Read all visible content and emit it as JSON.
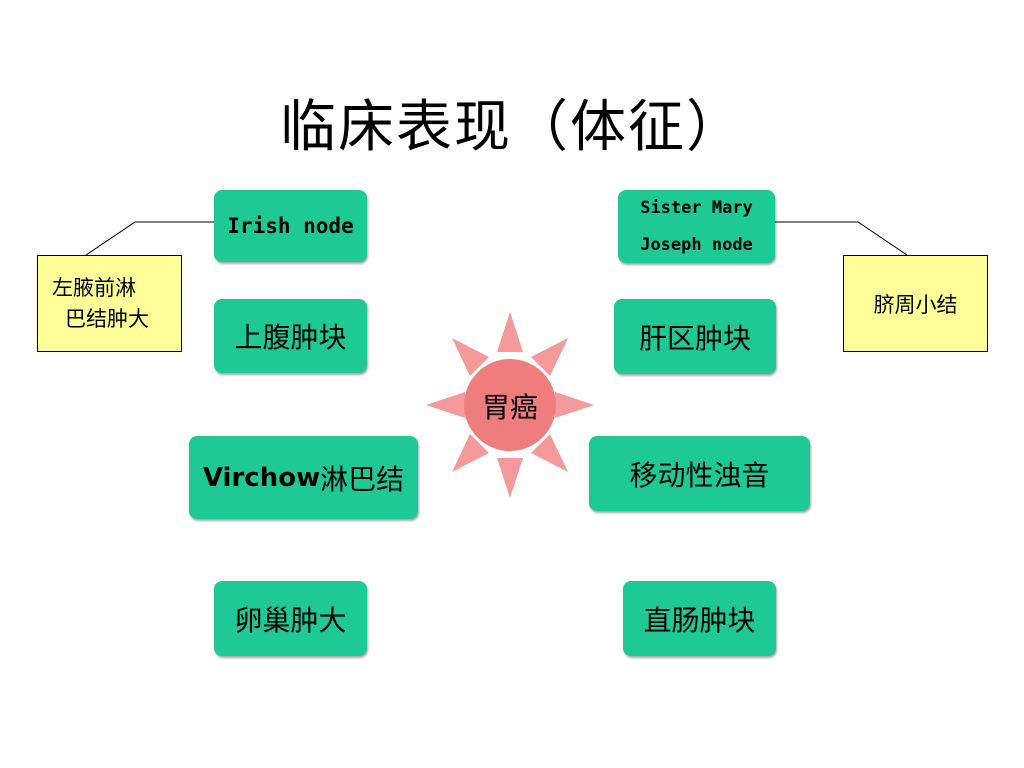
{
  "title": "临床表现（体征）",
  "center": {
    "label": "胃癌",
    "circle_color": "#f07d7d",
    "ray_color": "#f49a9a"
  },
  "nodes": {
    "irish_node": "Irish node",
    "sister_mary_line1": "Sister Mary",
    "sister_mary_line2": "Joseph node",
    "upper_abdominal_mass": "上腹肿块",
    "liver_area_mass": "肝区肿块",
    "virchow_en": "Virchow",
    "virchow_cn": "淋巴结",
    "shifting_dullness": "移动性浊音",
    "ovarian_enlargement": "卵巢肿大",
    "rectal_mass": "直肠肿块"
  },
  "notes": {
    "left_line1": "左腋前淋",
    "left_line2": "巴结肿大",
    "right": "脐周小结"
  },
  "colors": {
    "node": "#1ec995",
    "note": "#ffff99"
  }
}
